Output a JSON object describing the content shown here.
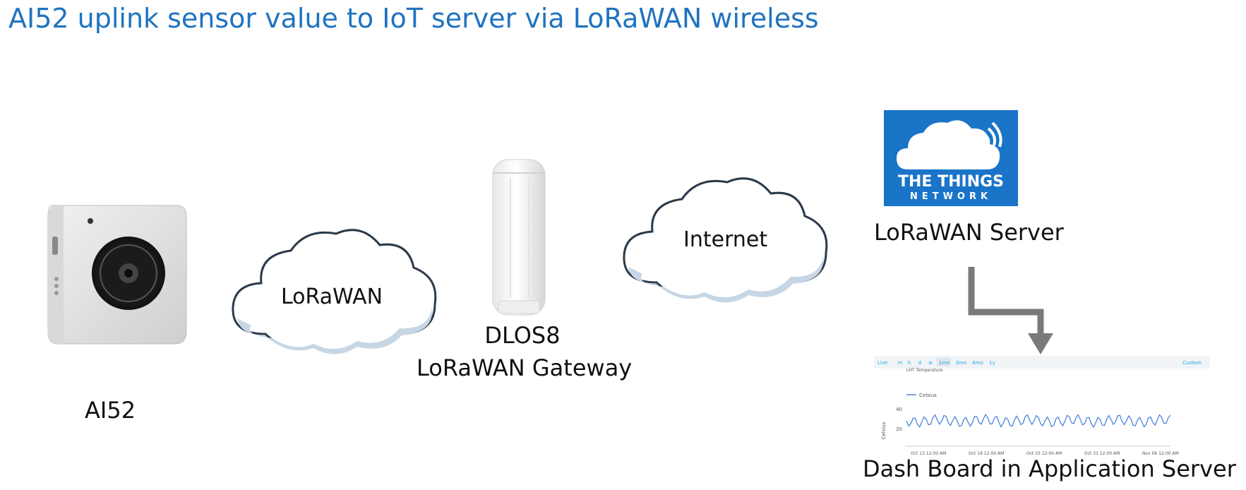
{
  "title": "AI52 uplink sensor value to IoT server via LoRaWAN wireless",
  "device": {
    "label": "AI52"
  },
  "cloud_lorawan": {
    "label": "LoRaWAN"
  },
  "gateway": {
    "name": "DLOS8",
    "caption": "LoRaWAN Gateway"
  },
  "cloud_internet": {
    "label": "Internet"
  },
  "server": {
    "logo_line1": "THE THINGS",
    "logo_line2": "NETWORK",
    "caption": "LoRaWAN Server",
    "logo_color": "#1a74c8"
  },
  "dashboard": {
    "caption": "Dash Board in Application Server",
    "toolbar": [
      "Live",
      "m",
      "h",
      "d",
      "w",
      "1mo",
      "3mo",
      "6mo",
      "1y"
    ],
    "toolbar_active": "1mo",
    "toolbar_right": "Custom",
    "subtitle": "LHT Temperature",
    "legend": "Celsius",
    "ylabel": "Celsius",
    "yticks": [
      "40",
      "20"
    ],
    "xticks": [
      "Oct 13 12:00 AM",
      "Oct 19 12:00 AM",
      "Oct 25 12:00 AM",
      "Oct 31 12:00 AM",
      "Nov 06 12:00 AM"
    ],
    "line_color": "#4a86d8"
  },
  "colors": {
    "title": "#1f73c0",
    "arrow": "#7a7a7a",
    "cloud_fill": "#ffffff",
    "cloud_stroke": "#2b3a4a",
    "cloud_shade": "#c7d6e4"
  }
}
